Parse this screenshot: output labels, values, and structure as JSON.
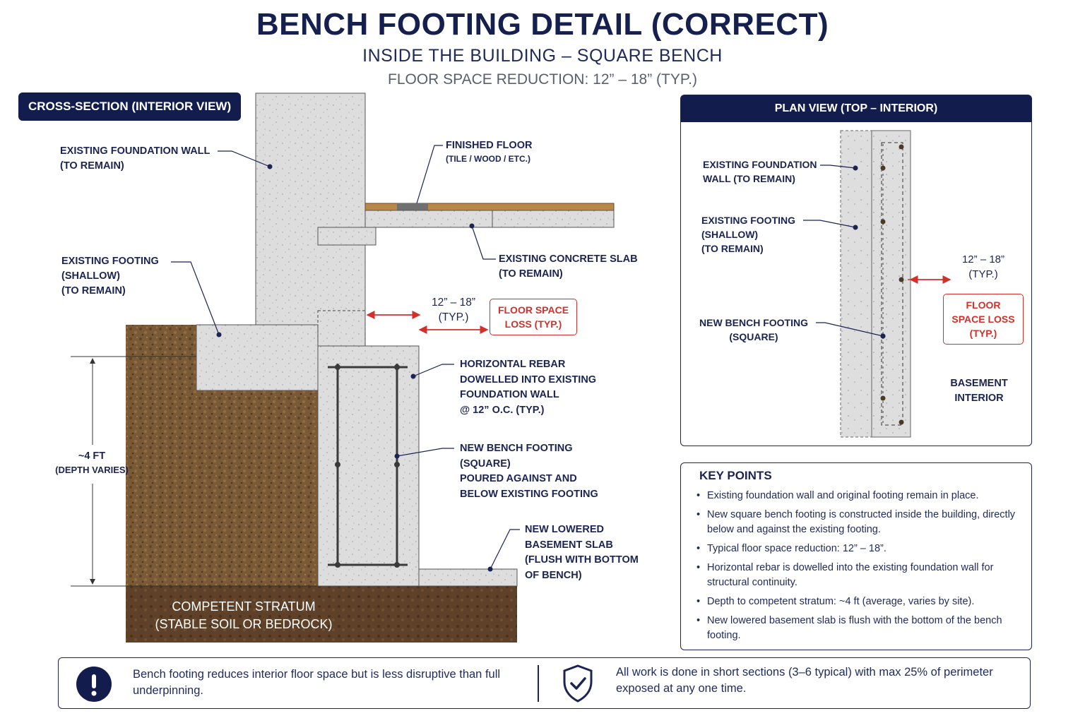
{
  "header": {
    "title": "BENCH FOOTING DETAIL (CORRECT)",
    "subtitle": "INSIDE THE BUILDING – SQUARE BENCH",
    "note": "FLOOR SPACE REDUCTION: 12” – 18” (TYP.)"
  },
  "section": {
    "label": "CROSS-SECTION (INTERIOR VIEW)",
    "callouts": {
      "existing_wall": "EXISTING FOUNDATION WALL\n(TO REMAIN)",
      "existing_footing": "EXISTING FOOTING\n(SHALLOW)\n(TO REMAIN)",
      "finished_floor": "FINISHED FLOOR",
      "finished_floor_sub": "(TILE / WOOD / ETC.)",
      "existing_slab": "EXISTING CONCRETE SLAB\n(TO REMAIN)",
      "dimension": "12” – 18”\n(TYP.)",
      "floor_loss": "FLOOR SPACE\nLOSS (TYP.)",
      "rebar": "HORIZONTAL REBAR\nDOWELLED INTO EXISTING\nFOUNDATION WALL\n@ 12” O.C. (TYP.)",
      "bench": "NEW BENCH FOOTING\n(SQUARE)\nPOURED AGAINST AND\nBELOW EXISTING FOOTING",
      "lowered_slab": "NEW LOWERED\nBASEMENT SLAB\n(FLUSH WITH BOTTOM\nOF BENCH)",
      "depth": "~4 FT",
      "depth_sub": "(DEPTH VARIES)",
      "stratum": "COMPETENT STRATUM\n(STABLE SOIL OR BEDROCK)"
    }
  },
  "plan": {
    "label": "PLAN VIEW (TOP – INTERIOR)",
    "callouts": {
      "wall": "EXISTING FOUNDATION\nWALL (TO REMAIN)",
      "footing": "EXISTING FOOTING\n(SHALLOW)\n(TO REMAIN)",
      "bench": "NEW BENCH FOOTING\n(SQUARE)",
      "dimension": "12” – 18”\n(TYP.)",
      "floor_loss": "FLOOR SPACE\nLOSS (TYP.)",
      "interior": "BASEMENT\nINTERIOR"
    }
  },
  "key_points": {
    "title": "KEY POINTS",
    "items": [
      "Existing foundation wall and original footing remain in place.",
      "New square bench footing is constructed inside the building, directly below and against the existing footing.",
      "Typical floor space reduction: 12” – 18”.",
      "Horizontal rebar is dowelled into the existing foundation wall for structural continuity.",
      "Depth to competent stratum: ~4 ft (average, varies by site).",
      "New lowered basement slab is flush with the bottom of the bench footing."
    ]
  },
  "footer": {
    "note_left": "Bench footing reduces interior floor space but is less disruptive than full underpinning.",
    "note_right": "All work is done in short sections (3–6 typical) with max 25% of perimeter exposed at any one time.",
    "icons": [
      "exclamation-icon",
      "shield-check-icon"
    ]
  },
  "colors": {
    "navy": "#131d4d",
    "red": "#d1302b",
    "soil": "#7a5a36",
    "concrete": "#dcdcdc",
    "wood": "#b8874a"
  }
}
